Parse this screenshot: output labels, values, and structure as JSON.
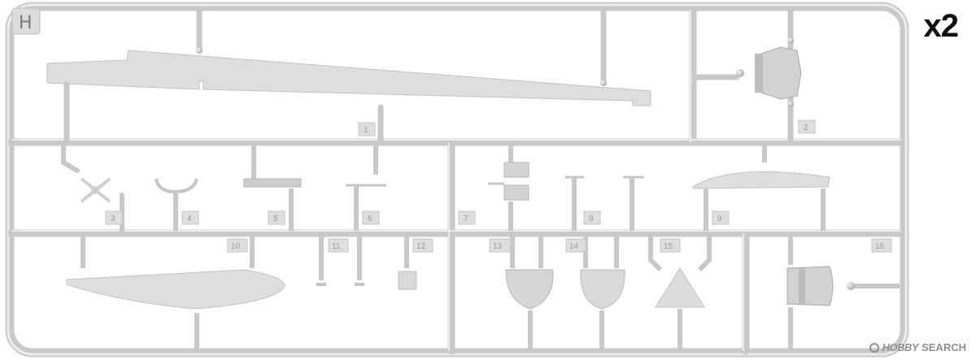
{
  "frame": {
    "letter": "H"
  },
  "multiplier": "x2",
  "part_numbers": [
    "1",
    "2",
    "3",
    "4",
    "5",
    "6",
    "7",
    "8",
    "9",
    "10",
    "11",
    "12",
    "13",
    "14",
    "15",
    "16"
  ],
  "watermark": {
    "brand": "HOBBY",
    "word": "SEARCH"
  },
  "colors": {
    "plastic": "#d8d8d8",
    "plastic_shade": "#bdbdbd",
    "background": "#ffffff"
  }
}
